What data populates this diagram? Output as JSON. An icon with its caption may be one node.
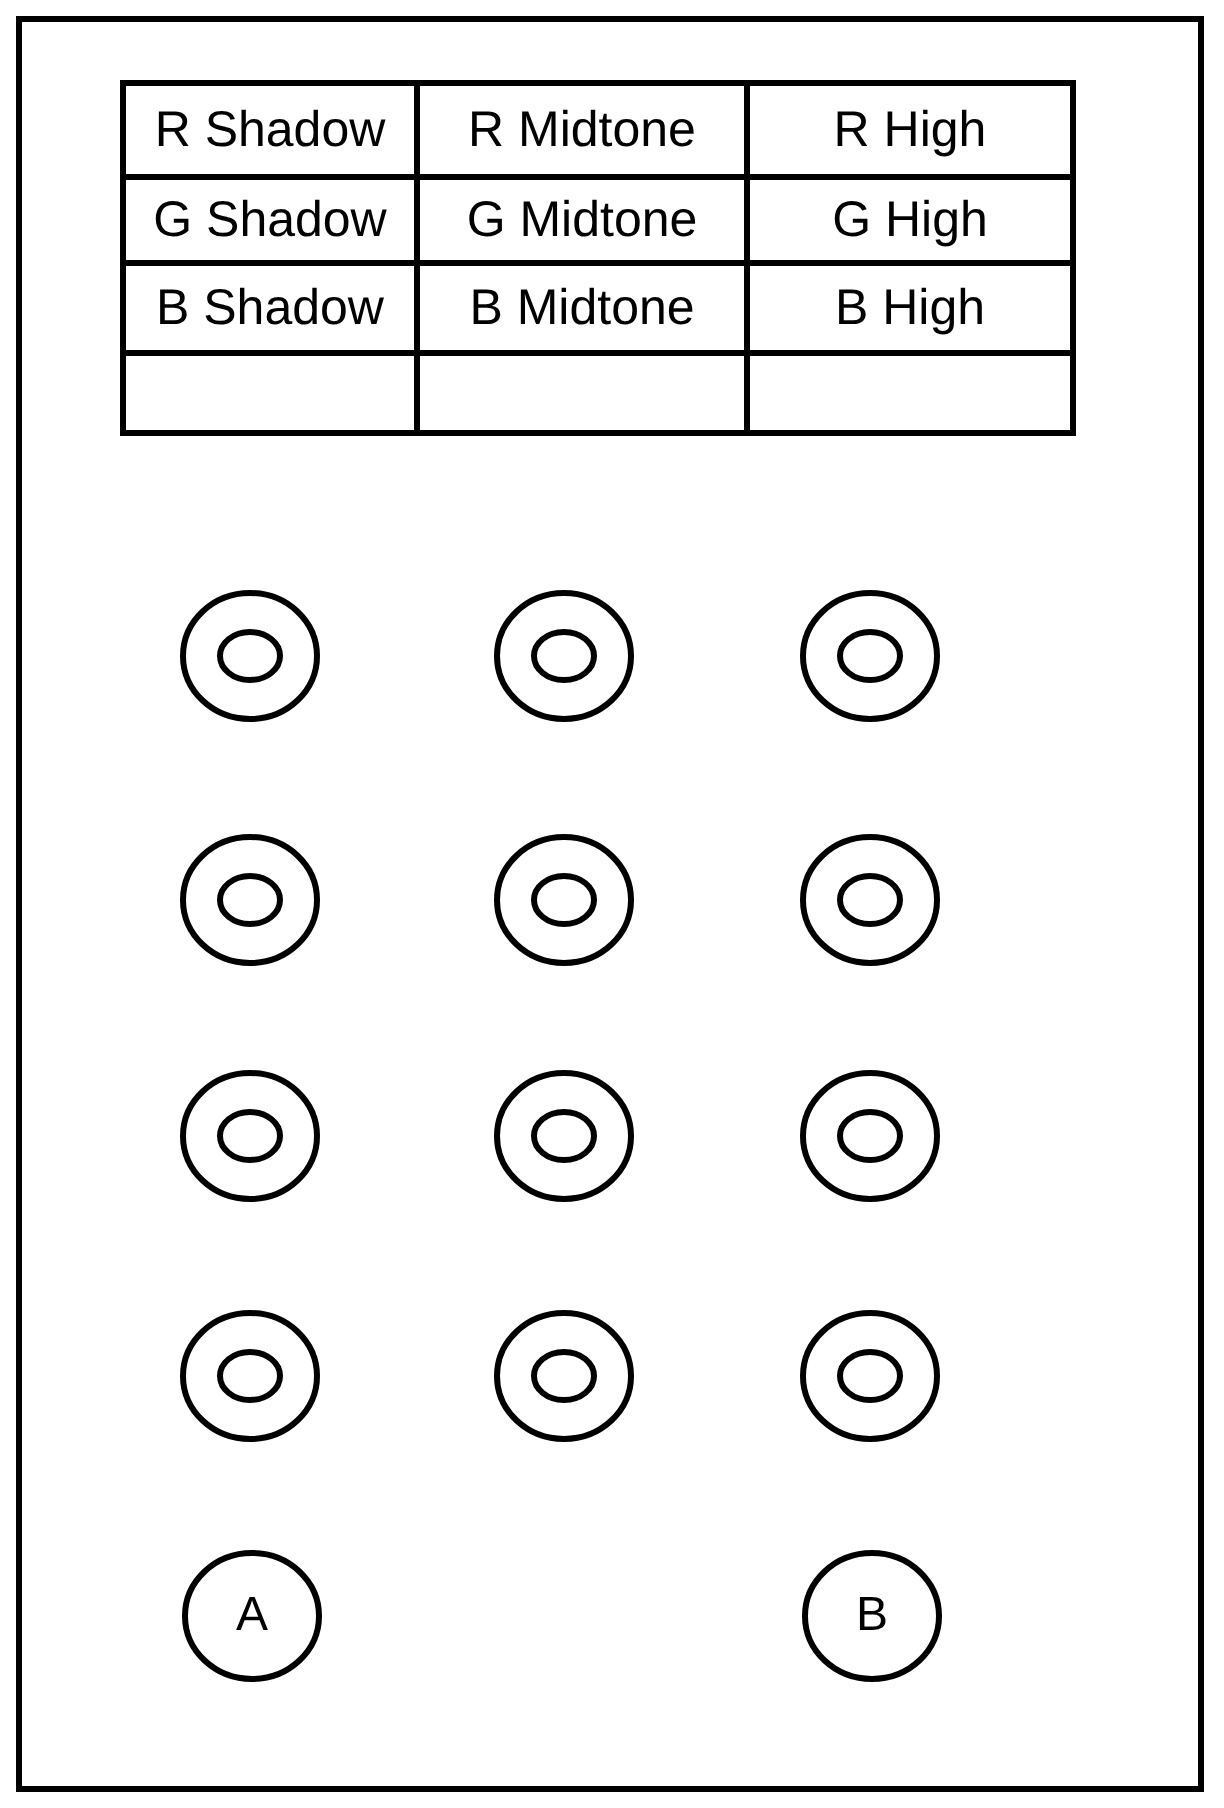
{
  "diagram": {
    "nodes": [
      {
        "text": [],
        "shape": "box"
      },
      {
        "text": [],
        "shape": "circle",
        "in": 0
      },
      {
        "text": [],
        "shape": "circle",
        "in": 0
      },
      {
        "text": [],
        "shape": "circle",
        "in": 0
      },
      {
        "text": [],
        "shape": "circle",
        "in": 0
      },
      {
        "text": [],
        "shape": "circle",
        "in": 0
      },
      {
        "text": [],
        "shape": "circle",
        "in": 0
      },
      {
        "text": [],
        "shape": "circle",
        "in": 0
      },
      {
        "text": [],
        "shape": "circle",
        "in": 0
      },
      {
        "text": [],
        "shape": "circle",
        "in": 0
      },
      {
        "text": [],
        "shape": "circle",
        "in": 0
      },
      {
        "text": [],
        "shape": "circle",
        "in": 0
      },
      {
        "text": [],
        "shape": "circle",
        "in": 0
      },
      {
        "text": [
          "A"
        ],
        "in": 0
      },
      {
        "text": [
          "B"
        ],
        "in": 0
      }
    ],
    "labels": [
      "R Shadow",
      "R Midtone",
      "R High",
      "G Shadow",
      "G Midtone",
      "G High",
      "B Shadow",
      "B Midtone",
      "B High"
    ]
  }
}
